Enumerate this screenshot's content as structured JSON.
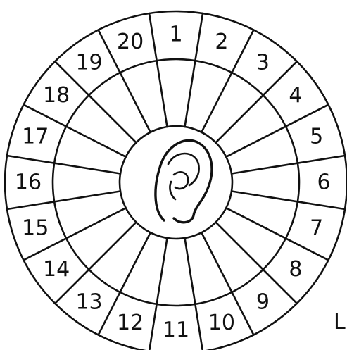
{
  "wheel": {
    "sectors": [
      "1",
      "2",
      "3",
      "4",
      "5",
      "6",
      "7",
      "8",
      "9",
      "10",
      "11",
      "12",
      "13",
      "14",
      "15",
      "16",
      "17",
      "18",
      "19",
      "20"
    ]
  },
  "center_icon": "ear-icon",
  "corner_letter": "L"
}
